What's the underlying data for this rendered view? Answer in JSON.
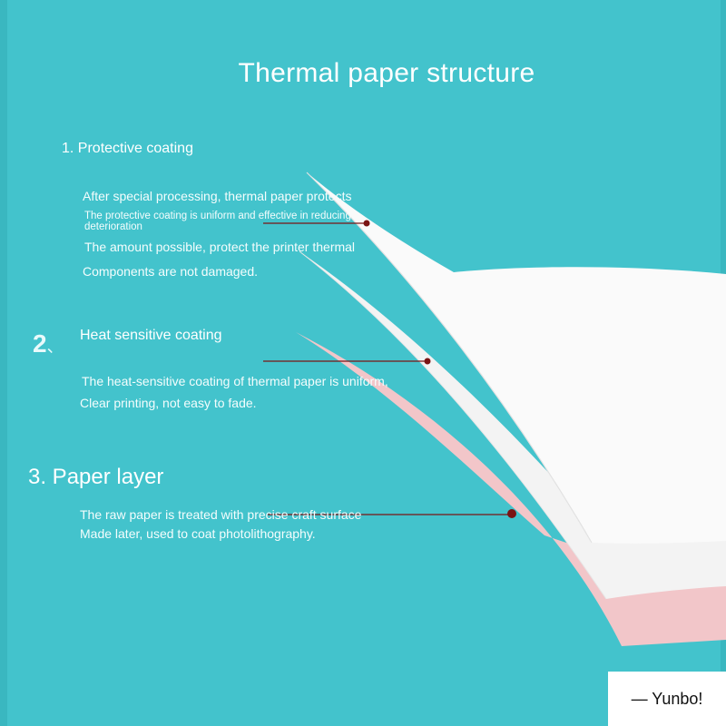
{
  "title": "Thermal paper structure",
  "layers": [
    {
      "heading": "1. Protective coating",
      "lines": [
        "After special processing, thermal paper protects",
        "The protective coating is uniform and effective in reducing deterioration",
        "The amount possible, protect the printer thermal",
        "Components are not damaged."
      ]
    },
    {
      "number": "2",
      "number_mark": "、",
      "heading": "Heat sensitive coating",
      "lines": [
        "The heat-sensitive coating of thermal paper is uniform,",
        "Clear printing, not easy to fade."
      ]
    },
    {
      "heading": "3. Paper layer",
      "lines": [
        "The raw paper is treated with precise craft surface",
        "Made later, used to coat photolithography."
      ]
    }
  ],
  "brand_badge": "— Yunbo!",
  "colors": {
    "background": "#43c3cc",
    "sheet": "#fafafa",
    "pink_layer": "#f2c6c9",
    "marker": "#7a1414"
  }
}
